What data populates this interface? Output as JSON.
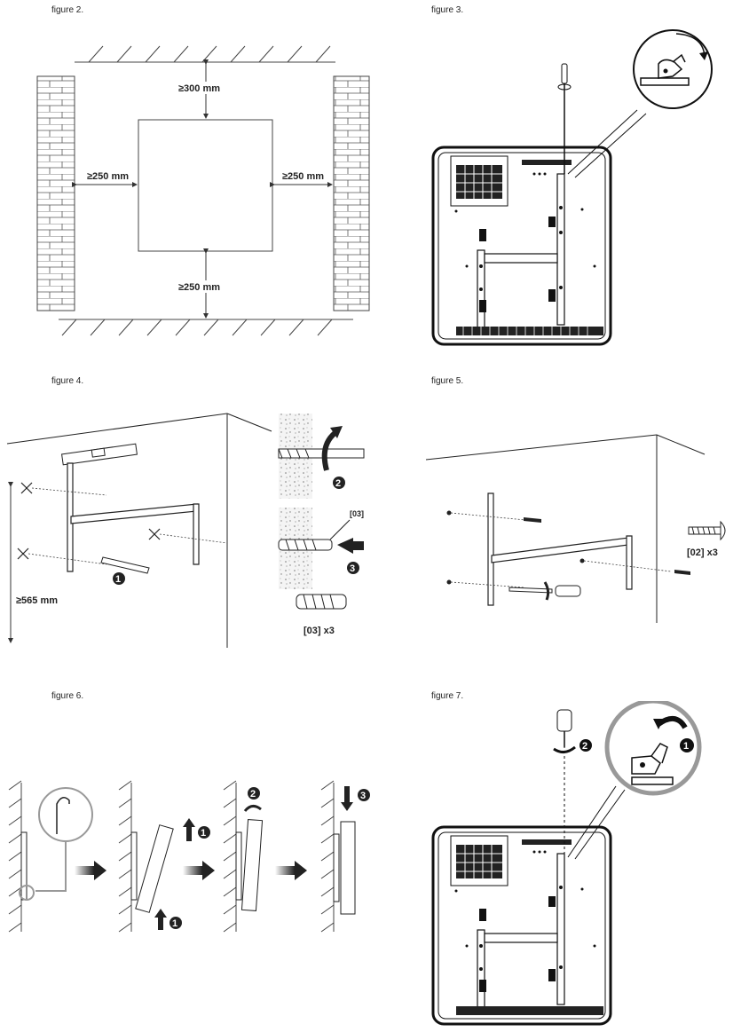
{
  "figures": [
    {
      "caption": "figure 2.",
      "labels": {
        "top": "≥300 mm",
        "left": "≥250 mm",
        "right": "≥250 mm",
        "bottom": "≥250 mm"
      }
    },
    {
      "caption": "figure 3."
    },
    {
      "caption": "figure 4.",
      "labels": {
        "height": "≥565 mm",
        "plug_tag": "[03]",
        "plug_qty": "[03] x3",
        "step1": "1",
        "step2": "2",
        "step3": "3"
      }
    },
    {
      "caption": "figure 5.",
      "labels": {
        "screw_qty": "[02] x3"
      }
    },
    {
      "caption": "figure 6.",
      "labels": {
        "step1a": "1",
        "step1b": "1",
        "step2": "2",
        "step3": "3"
      }
    },
    {
      "caption": "figure 7.",
      "labels": {
        "step1": "1",
        "step2": "2"
      }
    }
  ]
}
